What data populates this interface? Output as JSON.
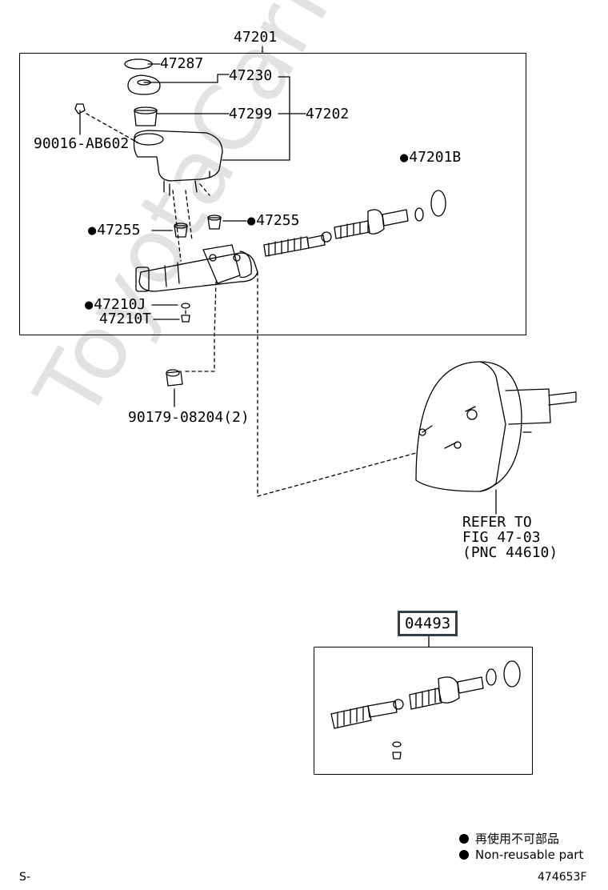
{
  "watermark": "ToyotaCarMine.ru",
  "labels": {
    "assy": "47201",
    "p47287": "47287",
    "p47230": "47230",
    "p47299": "47299",
    "p47202": "47202",
    "p90016": "90016-AB602",
    "p47201b": "47201B",
    "p47255_left": "47255",
    "p47255_right": "47255",
    "p47210j": "47210J",
    "p47210t": "47210T",
    "p90179": "90179-08204(2)",
    "refer_line1": "REFER TO",
    "refer_line2": "FIG 47-03",
    "refer_line3": "(PNC 44610)",
    "kit": "04493"
  },
  "legend": {
    "line1": "再使用不可部品",
    "line2": "Non-reusable part"
  },
  "footer": {
    "left": "S-",
    "right": "474653F"
  }
}
